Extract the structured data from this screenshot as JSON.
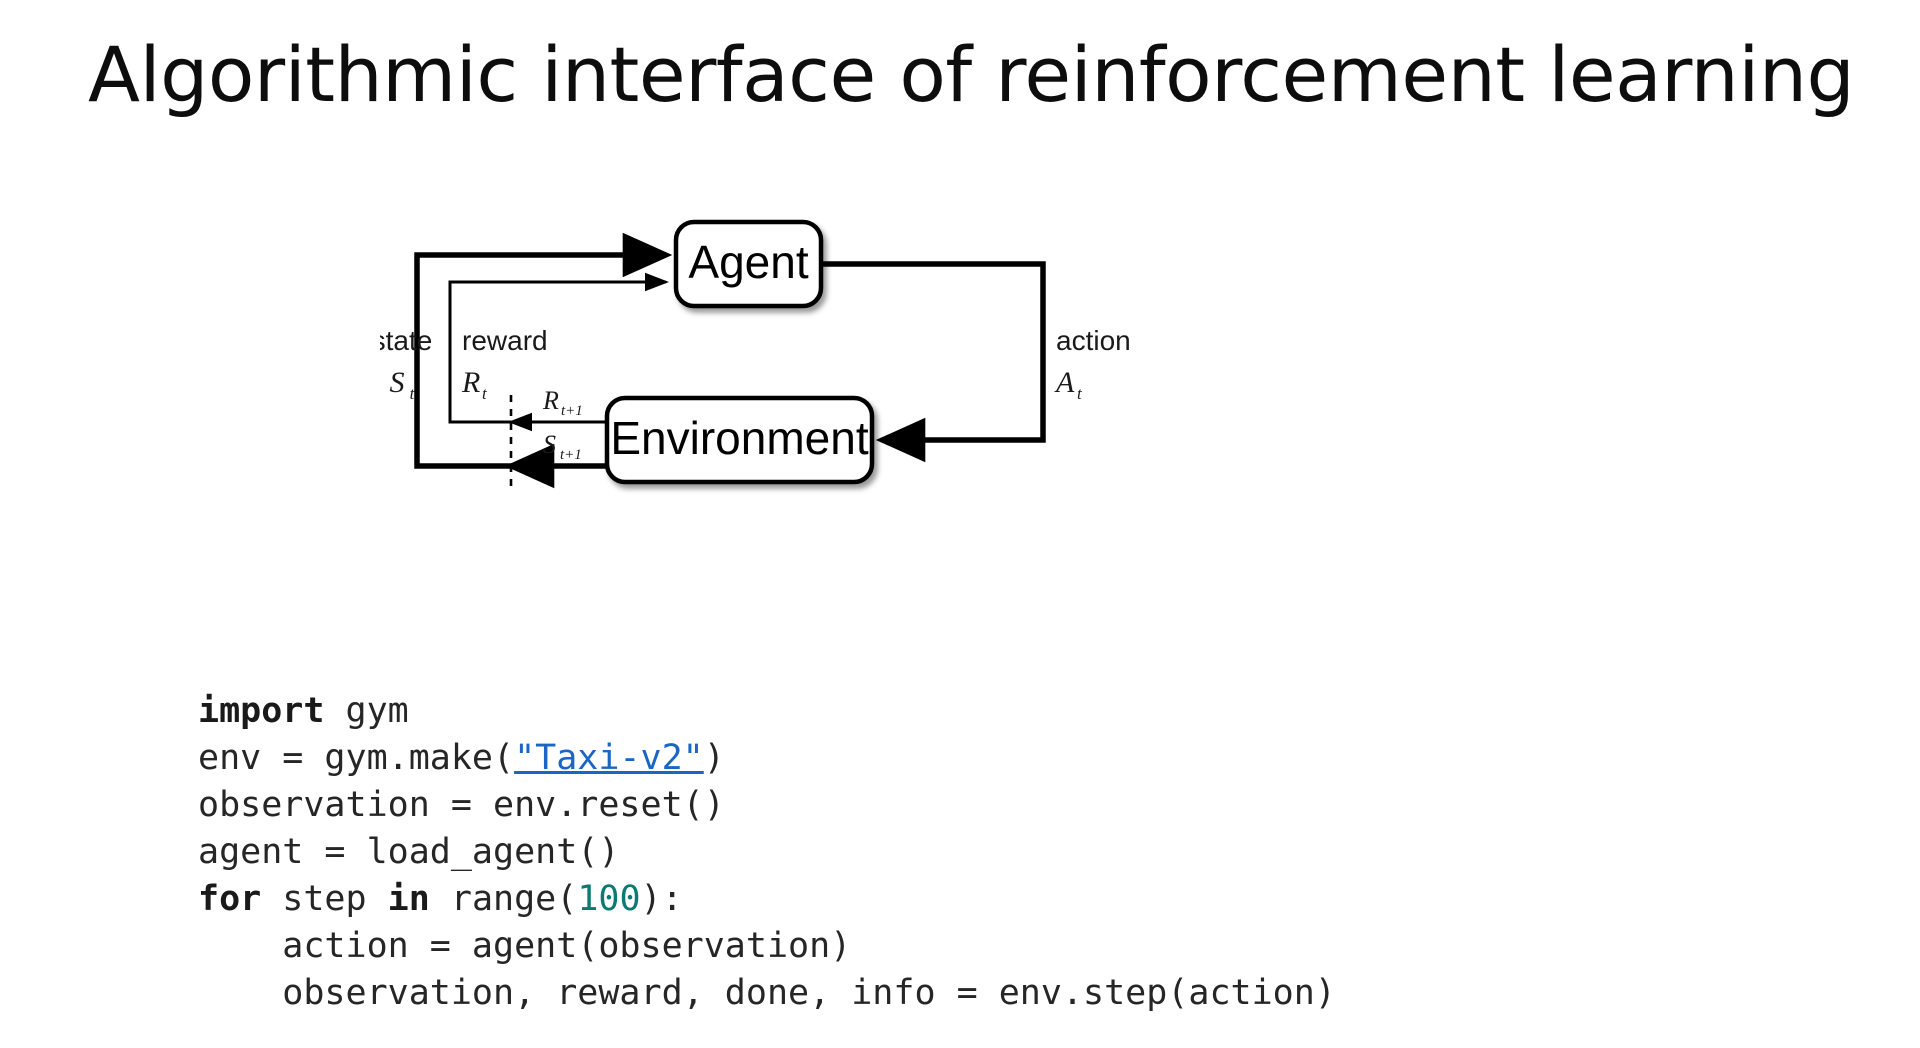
{
  "slide": {
    "title": "Algorithmic interface of reinforcement learning",
    "background_color": "#ffffff",
    "title_color": "#0d0d0d"
  },
  "diagram": {
    "name": "agent-environment-interaction-loop",
    "nodes": [
      {
        "id": "agent",
        "label": "Agent"
      },
      {
        "id": "environment",
        "label": "Environment"
      }
    ],
    "edge_labels": {
      "state_word": "state",
      "state_symbol": "S",
      "state_subscript": "t",
      "reward_word": "reward",
      "reward_symbol": "R",
      "reward_subscript": "t",
      "action_word": "action",
      "action_symbol": "A",
      "action_subscript": "t",
      "next_reward_symbol": "R",
      "next_reward_subscript": "t+1",
      "next_state_symbol": "S",
      "next_state_subscript": "t+1"
    },
    "stroke_color": "#000000",
    "fill_color": "#ffffff"
  },
  "code": {
    "language": "python",
    "lines": [
      [
        {
          "t": "import",
          "c": "kw"
        },
        {
          "t": " gym",
          "c": "plain"
        }
      ],
      [
        {
          "t": "env = gym.make(",
          "c": "plain"
        },
        {
          "t": "\"Taxi-v2\"",
          "c": "link"
        },
        {
          "t": ")",
          "c": "plain"
        }
      ],
      [
        {
          "t": "observation = env.reset()",
          "c": "plain"
        }
      ],
      [
        {
          "t": "agent = load_agent()",
          "c": "plain"
        }
      ],
      [
        {
          "t": "for",
          "c": "kw"
        },
        {
          "t": " step ",
          "c": "plain"
        },
        {
          "t": "in",
          "c": "kw"
        },
        {
          "t": " range(",
          "c": "plain"
        },
        {
          "t": "100",
          "c": "num"
        },
        {
          "t": "):",
          "c": "plain"
        }
      ],
      [
        {
          "t": "    action = agent(observation)",
          "c": "plain"
        }
      ],
      [
        {
          "t": "    observation, reward, done, info = env.step(action)",
          "c": "plain"
        }
      ]
    ],
    "colors": {
      "keyword": "#1a1a1a",
      "number": "#0d7a72",
      "link": "#1a66c4",
      "text": "#262626"
    }
  }
}
